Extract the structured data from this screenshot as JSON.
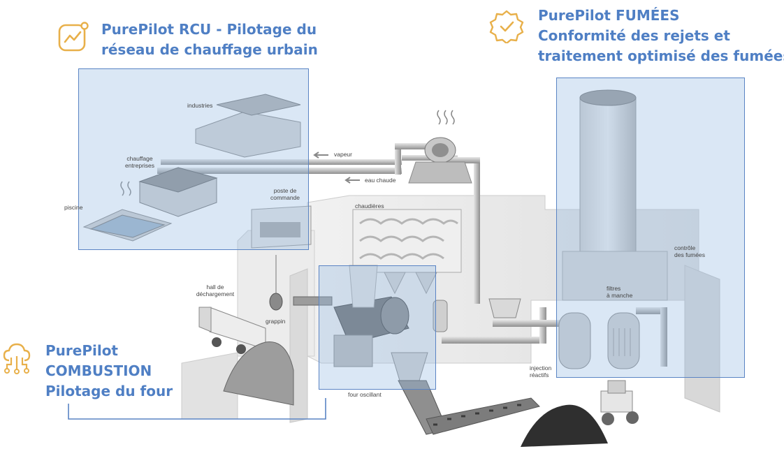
{
  "headings": {
    "rcu": {
      "line1": "PurePilot RCU - Pilotage du",
      "line2": "réseau de chauffage urbain"
    },
    "fumees": {
      "line1": "PurePilot FUMÉES",
      "line2": "Conformité des rejets et",
      "line3": "traitement optimisé des fumées"
    },
    "combustion": {
      "line1": "PurePilot",
      "line2": "COMBUSTION",
      "line3": "Pilotage du four"
    }
  },
  "labels": {
    "industries": "industries",
    "chauffage1": "chauffage",
    "chauffage2": "entreprises",
    "piscine": "piscine",
    "vapeur": "vapeur",
    "eau_chaude": "eau chaude",
    "poste1": "poste de",
    "poste2": "commande",
    "chaudieres": "chaudières",
    "hall1": "hall de",
    "hall2": "déchargement",
    "grappin": "grappin",
    "four_oscillant": "four oscillant",
    "injection1": "injection",
    "injection2": "réactifs",
    "filtres1": "filtres",
    "filtres2": "à manche",
    "controle1": "contrôle",
    "controle2": "des fumées"
  },
  "colors": {
    "accent_blue": "#4f7fc4",
    "icon_gold": "#e8b04a",
    "zone_fill": "rgba(150,185,225,0.35)"
  },
  "icons": [
    "chart-trend-icon",
    "check-badge-icon",
    "cloud-network-icon"
  ]
}
